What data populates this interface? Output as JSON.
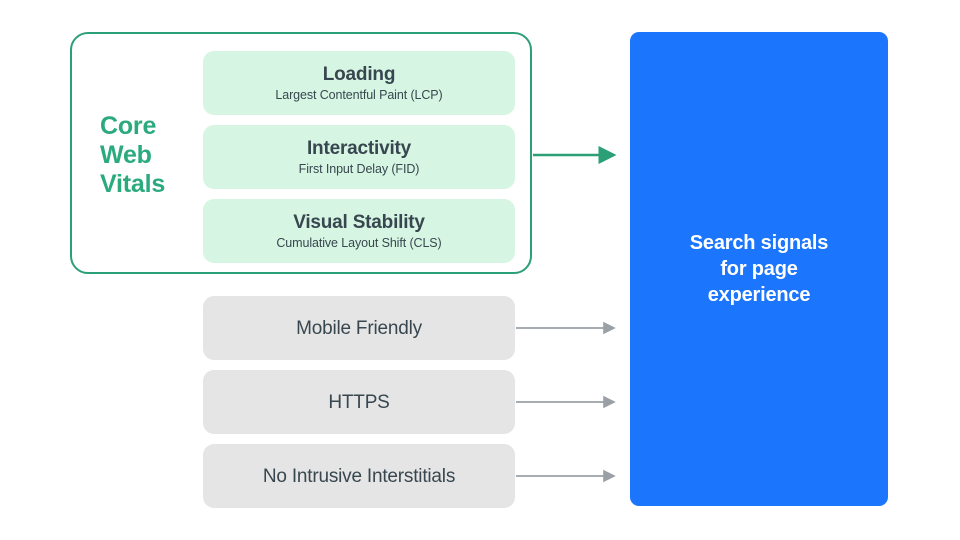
{
  "diagram": {
    "title": "Search signals for page experience",
    "colors": {
      "core_web_vitals_border": "#2BA077",
      "core_web_vitals_label": "#2BAA7E",
      "metric_card_fill": "#D6F5E3",
      "signal_card_fill": "#E5E5E6",
      "outcome_fill": "#1B76FD",
      "text_dark": "#38474F",
      "arrow_green": "#2BA077",
      "arrow_gray": "#9AA0A6",
      "background": "#FFFFFF"
    },
    "core_web_vitals": {
      "label": "Core\nWeb\nVitals",
      "metrics": [
        {
          "title": "Loading",
          "subtitle": "Largest Contentful Paint (LCP)"
        },
        {
          "title": "Interactivity",
          "subtitle": "First Input Delay (FID)"
        },
        {
          "title": "Visual Stability",
          "subtitle": "Cumulative Layout Shift (CLS)"
        }
      ]
    },
    "other_signals": [
      {
        "title": "Mobile Friendly"
      },
      {
        "title": "HTTPS"
      },
      {
        "title": "No Intrusive Interstitials"
      }
    ],
    "outcome": {
      "text": "Search signals\nfor page\nexperience"
    },
    "connectors": [
      {
        "name": "core-web-vitals-to-outcome",
        "color": "green"
      },
      {
        "name": "mobile-friendly-to-outcome",
        "color": "gray"
      },
      {
        "name": "https-to-outcome",
        "color": "gray"
      },
      {
        "name": "no-intrusive-interstitials-to-outcome",
        "color": "gray"
      }
    ]
  }
}
